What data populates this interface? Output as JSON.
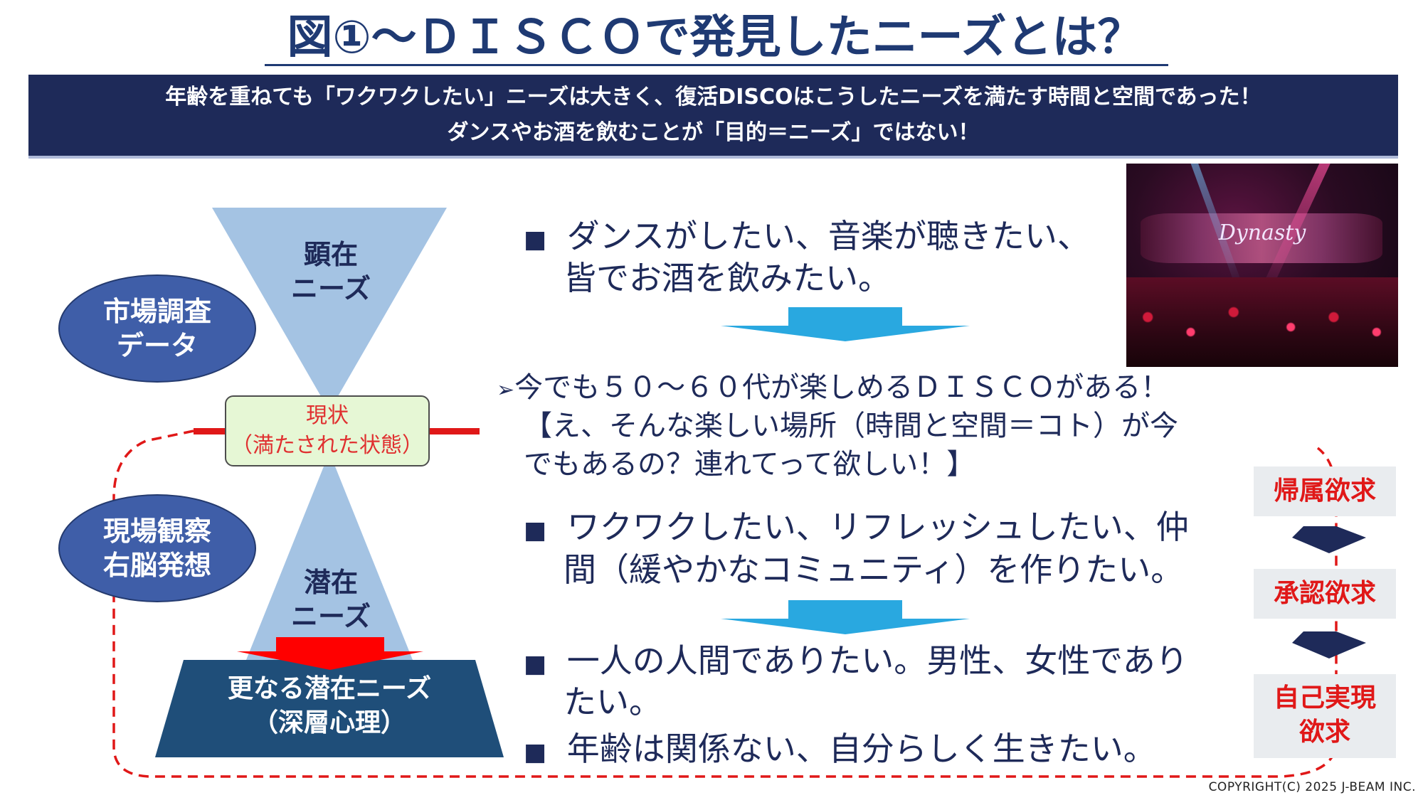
{
  "title": "図①～ＤＩＳＣＯで発見したニーズとは？",
  "banner": {
    "line1": "年齢を重ねても「ワクワクしたい」ニーズは大きく、復活DISCOはこうしたニーズを満たす時間と空間であった！",
    "line2": "ダンスやお酒を飲むことが「目的＝ニーズ」ではない！"
  },
  "photo": {
    "logo_text": "Dynasty"
  },
  "left": {
    "market_research": "市場調査\nデータ",
    "field_observation": "現場観察\n右脳発想",
    "explicit_needs": "顕在\nニーズ",
    "latent_needs": "潜在\nニーズ",
    "status_line1": "現状",
    "status_line2": "（満たされた状態）",
    "deeper_line1": "更なる潜在ニーズ",
    "deeper_line2": "（深層心理）"
  },
  "right": {
    "bullet_symbol": "■",
    "arrow_symbol": "➢",
    "explicit_line1": "ダンスがしたい、音楽が聴きたい、",
    "explicit_line2": "皆でお酒を飲みたい。",
    "discovery_line1": "今でも５０～６０代が楽しめるＤＩＳＣＯがある！",
    "discovery_line2": "【え、そんな楽しい場所（時間と空間＝コト）が今",
    "discovery_line3": "でもあるの？連れてって欲しい！】",
    "latent_line1": "ワクワクしたい、リフレッシュしたい、仲",
    "latent_line2": "間（緩やかなコミュニティ）を作りたい。",
    "deep1_line1": "一人の人間でありたい。男性、女性であり",
    "deep1_line2": "たい。",
    "deep2_line1": "年齢は関係ない、自分らしく生きたい。"
  },
  "needs": {
    "belonging": "帰属欲求",
    "esteem": "承認欲求",
    "self_actualization_line1": "自己実現",
    "self_actualization_line2": "欲求"
  },
  "copyright": "COPYRIGHT(C) 2025  J-BEAM  INC.",
  "colors": {
    "navy": "#1e2a59",
    "light_blue": "#a4c3e3",
    "cyan_arrow": "#29a8e0",
    "red": "#e01818",
    "status_green": "#e6f7d5"
  }
}
